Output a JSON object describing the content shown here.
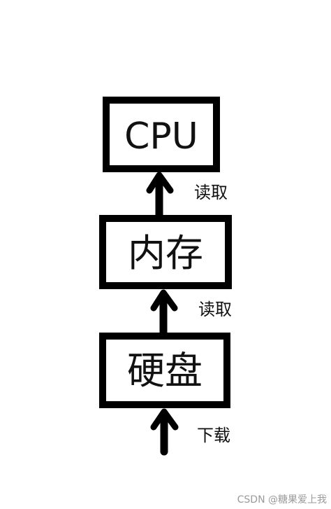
{
  "diagram": {
    "nodes": [
      {
        "id": "cpu",
        "label": "CPU"
      },
      {
        "id": "memory",
        "label": "内存"
      },
      {
        "id": "disk",
        "label": "硬盘"
      }
    ],
    "edges": [
      {
        "from": "memory",
        "to": "cpu",
        "label": "读取"
      },
      {
        "from": "disk",
        "to": "memory",
        "label": "读取"
      },
      {
        "from": "external",
        "to": "disk",
        "label": "下载"
      }
    ]
  },
  "watermark": "CSDN @糖果爱上我",
  "colors": {
    "stroke": "#000000",
    "background": "#ffffff",
    "watermark": "#9a9a9a"
  }
}
